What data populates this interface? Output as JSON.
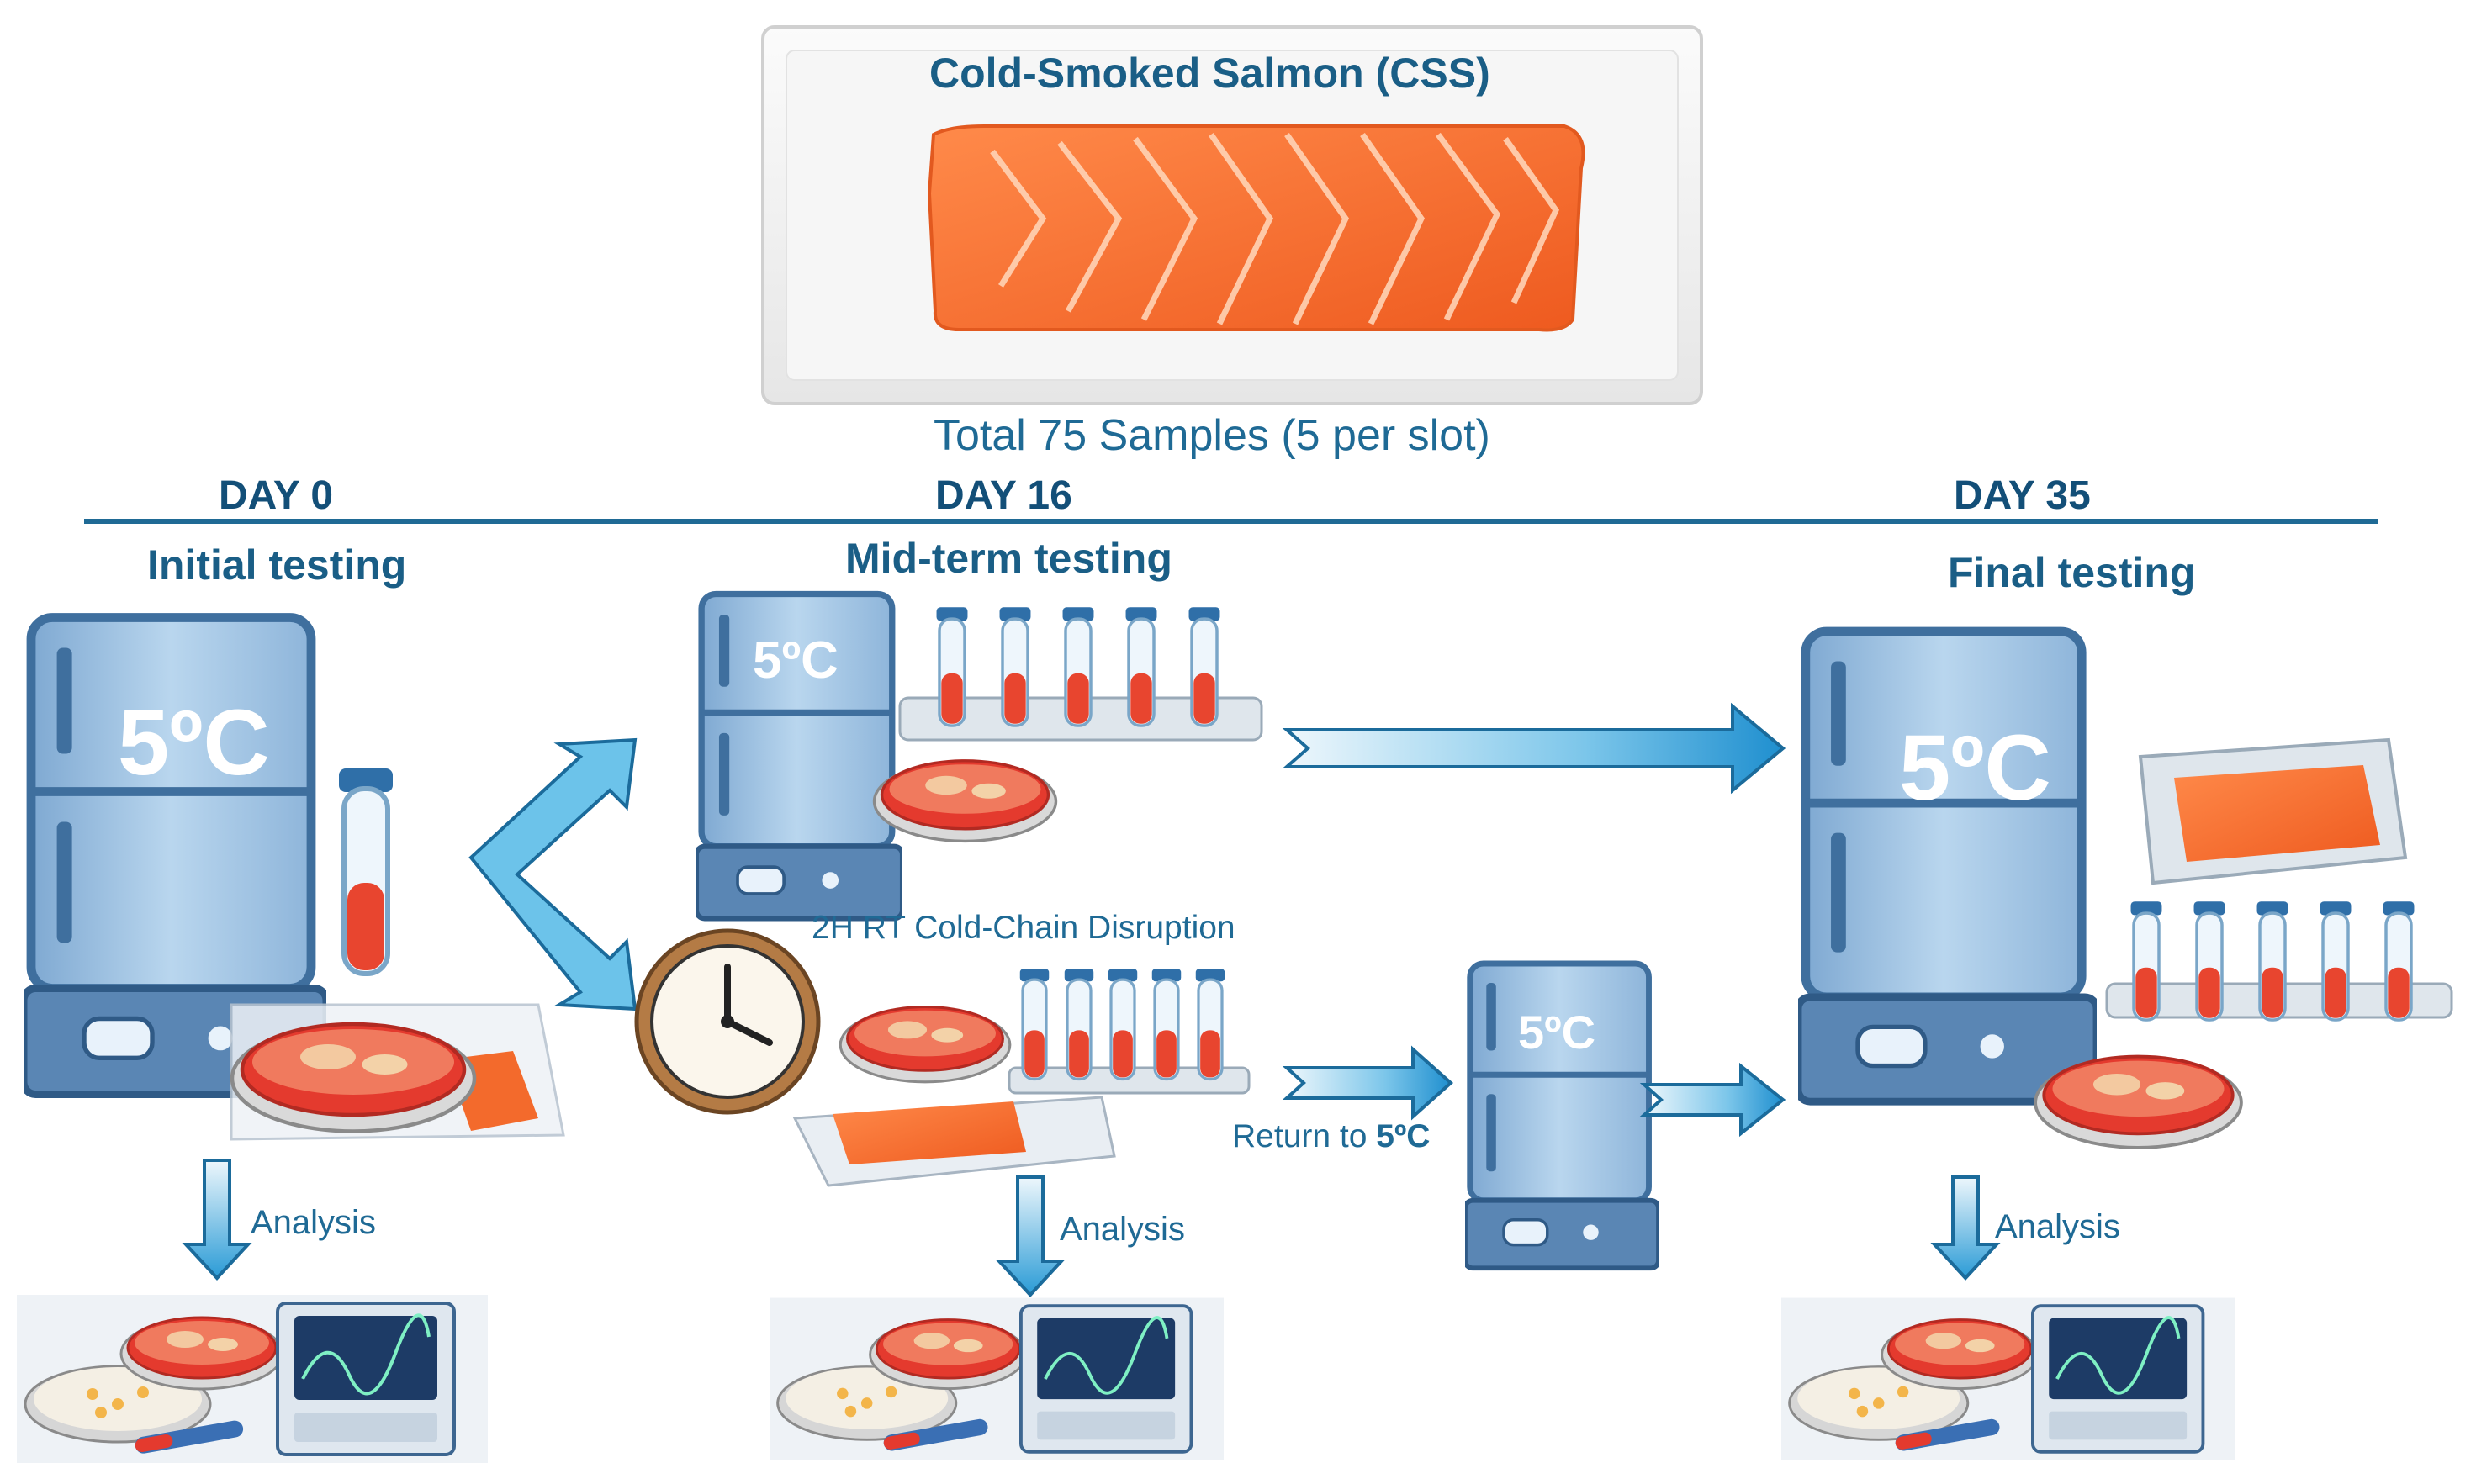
{
  "header": {
    "product_title": "Cold-Smoked Salmon (CSS)",
    "sample_note": "Total 75 Samples (5 per slot)"
  },
  "timeline": [
    {
      "day": "DAY 0",
      "phase": "Initial testing"
    },
    {
      "day": "DAY 16",
      "phase": "Mid-term testing"
    },
    {
      "day": "DAY 35",
      "phase": "Final testing"
    }
  ],
  "fridges": {
    "temperature": "5ºC"
  },
  "disruption": {
    "label": "2H RT Cold-Chain Disruption",
    "return_prefix": "Return to ",
    "return_temp": "5ºC"
  },
  "analysis": {
    "label": "Analysis"
  },
  "colors": {
    "heading": "#134f78",
    "fridge_body": "#a9cbe6",
    "fridge_dark": "#3f6f9e",
    "arrow": "#2aa3d9",
    "salmon": "#f36a2c",
    "agar": "#e43a2e"
  },
  "icons": [
    "refrigerator-icon",
    "test-tube-icon",
    "petri-dish-icon",
    "clock-icon",
    "salmon-fillet-icon",
    "analyzer-monitor-icon",
    "arrow-icon"
  ]
}
